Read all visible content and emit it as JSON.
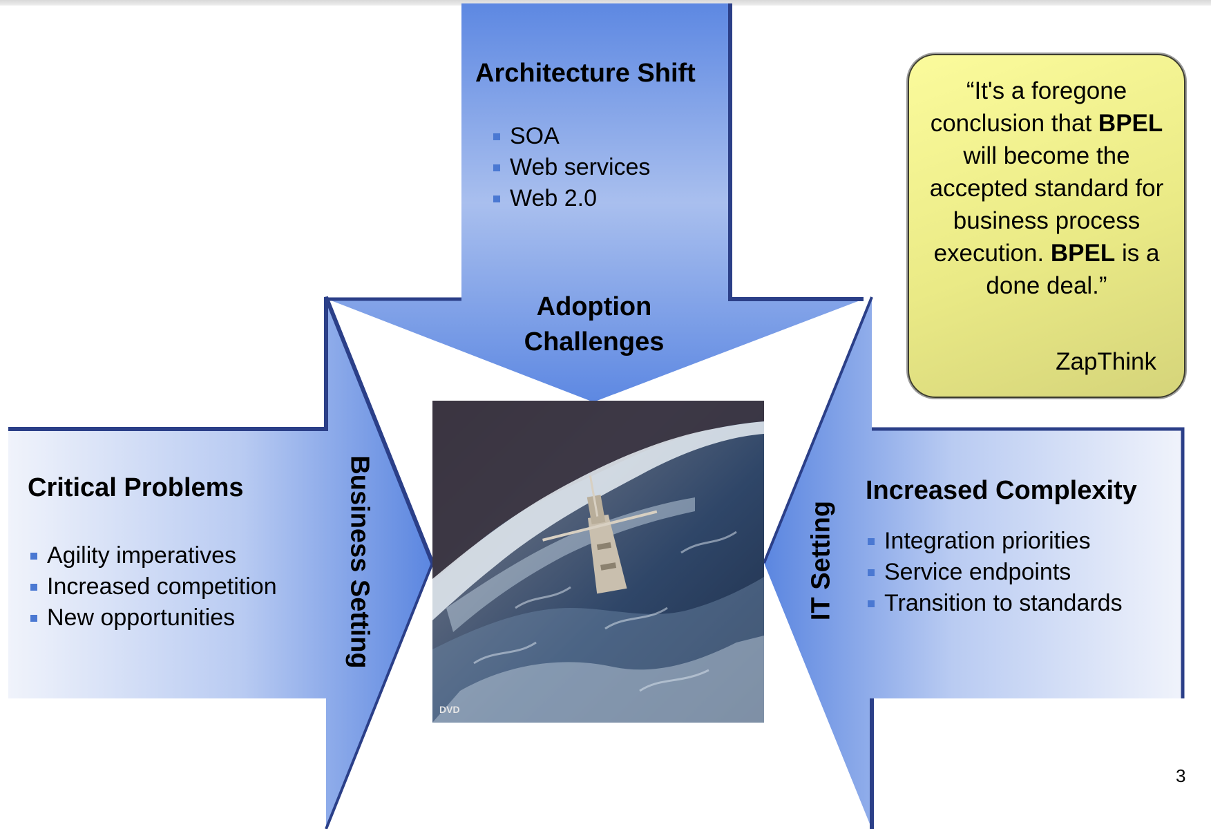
{
  "top_arrow": {
    "title": "Architecture Shift",
    "items": [
      "SOA",
      "Web services",
      "Web 2.0"
    ]
  },
  "center_label": [
    "Adoption",
    "Challenges"
  ],
  "left_arrow": {
    "title": "Critical Problems",
    "items": [
      "Agility imperatives",
      "Increased competition",
      "New opportunities"
    ],
    "vertical_label": "Business Setting"
  },
  "right_arrow": {
    "title": "Increased Complexity",
    "items": [
      "Integration priorities",
      "Service endpoints",
      "Transition to standards"
    ],
    "vertical_label": "IT Setting"
  },
  "quote": {
    "text_parts": [
      "“It's a foregone conclusion that ",
      "BPEL",
      " will become the accepted standard for business process execution. ",
      "BPEL",
      " is a done deal.”"
    ],
    "source": "ZapThink"
  },
  "photo": {
    "watermark": "DVD"
  },
  "page_number": "3",
  "colors": {
    "arrow_light": "#e6eaf8",
    "arrow_dark": "#5b86e0",
    "arrow_edge": "#2b3f88",
    "quote_fill": "#f4f48e",
    "bullet": "#4a78d2"
  }
}
